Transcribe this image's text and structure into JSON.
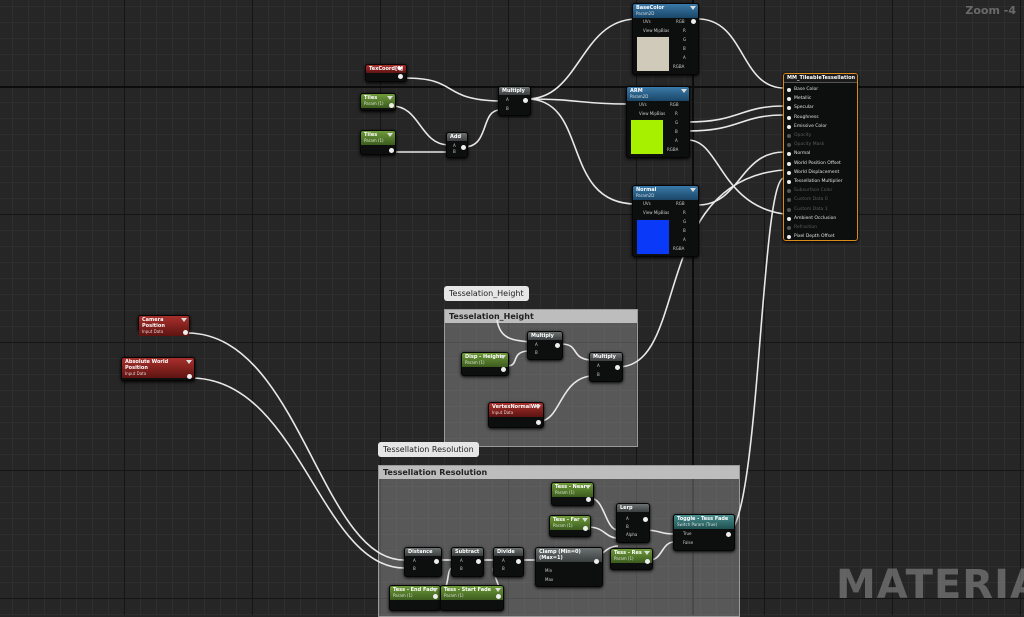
{
  "zoom": "Zoom -4",
  "watermark": "MATERIAL",
  "comments": {
    "tess_height": {
      "bubble": "Tesselation_Height",
      "header": "Tesselation_Height"
    },
    "tess_res": {
      "bubble": "Tessellation Resolution",
      "header": "Tessellation Resolution"
    }
  },
  "nodes": {
    "texcoord": {
      "title": "TexCoord[0]"
    },
    "tiles1": {
      "title": "Tiles",
      "sub": "Param (1)"
    },
    "tiles2": {
      "title": "Tiles",
      "sub": "Param (1)"
    },
    "add": {
      "title": "Add",
      "a": "A",
      "b": "B"
    },
    "multiply_uv": {
      "title": "Multiply",
      "a": "A",
      "b": "B"
    },
    "basecolor": {
      "title": "BaseColor",
      "sub": "Param2D",
      "uvs": "UVs",
      "mip": "View MipBias",
      "rgb": "RGB",
      "r": "R",
      "g": "G",
      "b": "B",
      "a": "A",
      "rgba": "RGBA"
    },
    "arm": {
      "title": "ARM",
      "sub": "Param2D",
      "uvs": "UVs",
      "mip": "View MipBias",
      "rgb": "RGB",
      "r": "R",
      "g": "G",
      "b": "B",
      "a": "A",
      "rgba": "RGBA"
    },
    "normal": {
      "title": "Normal",
      "sub": "Param2D",
      "uvs": "UVs",
      "mip": "View MipBias",
      "rgb": "RGB",
      "r": "R",
      "g": "G",
      "b": "B",
      "a": "A",
      "rgba": "RGBA"
    },
    "material": {
      "title": "MM_TileableTessellation",
      "pins": [
        "Base Color",
        "Metallic",
        "Specular",
        "Roughness",
        "Emissive Color",
        "Opacity",
        "Opacity Mask",
        "Normal",
        "World Position Offset",
        "World Displacement",
        "Tessellation Multiplier",
        "Subsurface Color",
        "Custom Data 0",
        "Custom Data 1",
        "Ambient Occlusion",
        "Refraction",
        "Pixel Depth Offset"
      ],
      "disabled": [
        5,
        6,
        11,
        12,
        13,
        15
      ]
    },
    "camera_pos": {
      "title": "Camera Position",
      "sub": "Input Data"
    },
    "abs_world_pos": {
      "title": "Absolute World Position",
      "sub": "Input Data"
    },
    "disp_height": {
      "title": "Disp - Height",
      "sub": "Param (1)"
    },
    "multiply_h1": {
      "title": "Multiply",
      "a": "A",
      "b": "B"
    },
    "multiply_h2": {
      "title": "Multiply",
      "a": "A",
      "b": "B"
    },
    "vertex_normal": {
      "title": "VertexNormalWS",
      "sub": "Input Data"
    },
    "tess_near": {
      "title": "Tess - Near",
      "sub": "Param (1)"
    },
    "tess_far": {
      "title": "Tess - Far",
      "sub": "Param (1)"
    },
    "lerp": {
      "title": "Lerp",
      "a": "A",
      "b": "B",
      "alpha": "Alpha"
    },
    "toggle": {
      "title": "Toggle - Tess Fade",
      "sub": "Switch Param (True)",
      "t": "True",
      "f": "False"
    },
    "tess_res": {
      "title": "Tess - Res",
      "sub": "Param (1)"
    },
    "distance": {
      "title": "Distance",
      "a": "A",
      "b": "B"
    },
    "subtract": {
      "title": "Subtract",
      "a": "A",
      "b": "B"
    },
    "divide": {
      "title": "Divide",
      "a": "A",
      "b": "B"
    },
    "clamp": {
      "title": "Clamp (Min=0) (Max=1)",
      "min": "Min",
      "max": "Max"
    },
    "tess_end": {
      "title": "Tess - End Fade",
      "sub": "Param (1)"
    },
    "tess_start": {
      "title": "Tess - Start Fade",
      "sub": "Param (1)"
    }
  },
  "colors": {
    "basecolor": "#cfcab9",
    "arm": "#a6f000",
    "normal": "#0a39f8"
  }
}
